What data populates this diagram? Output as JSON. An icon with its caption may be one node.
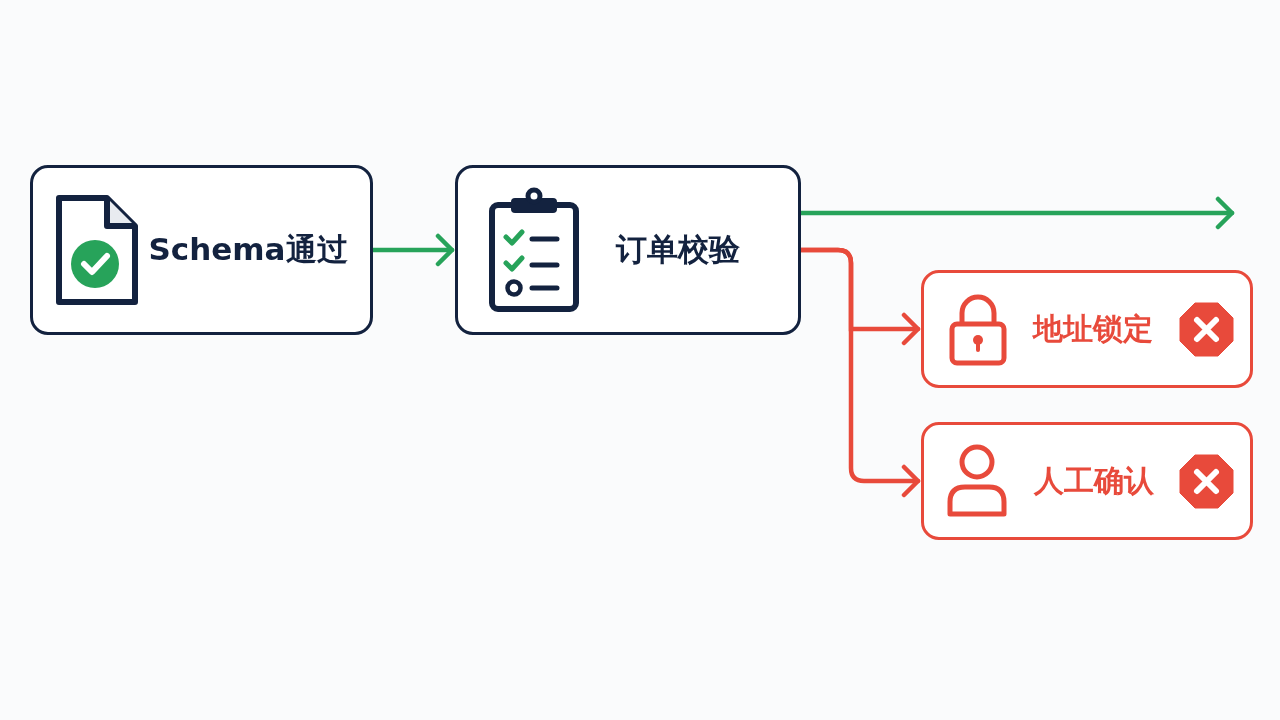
{
  "diagram": {
    "nodes": [
      {
        "text": [
          "Schema通过"
        ]
      },
      {
        "text": [
          "订单校验"
        ]
      },
      {
        "text": [
          "地址锁定"
        ]
      },
      {
        "text": [
          "人工确认"
        ]
      }
    ],
    "edges": [
      {
        "from": 0,
        "to": 1,
        "arrow": "to",
        "color": "#27a35a"
      },
      {
        "from": 1,
        "to": null,
        "arrow": "to",
        "color": "#27a35a"
      },
      {
        "from": 1,
        "to": 2,
        "arrow": "to",
        "color": "#e84a3b"
      },
      {
        "from": 1,
        "to": 3,
        "arrow": "to",
        "color": "#e84a3b"
      }
    ]
  }
}
